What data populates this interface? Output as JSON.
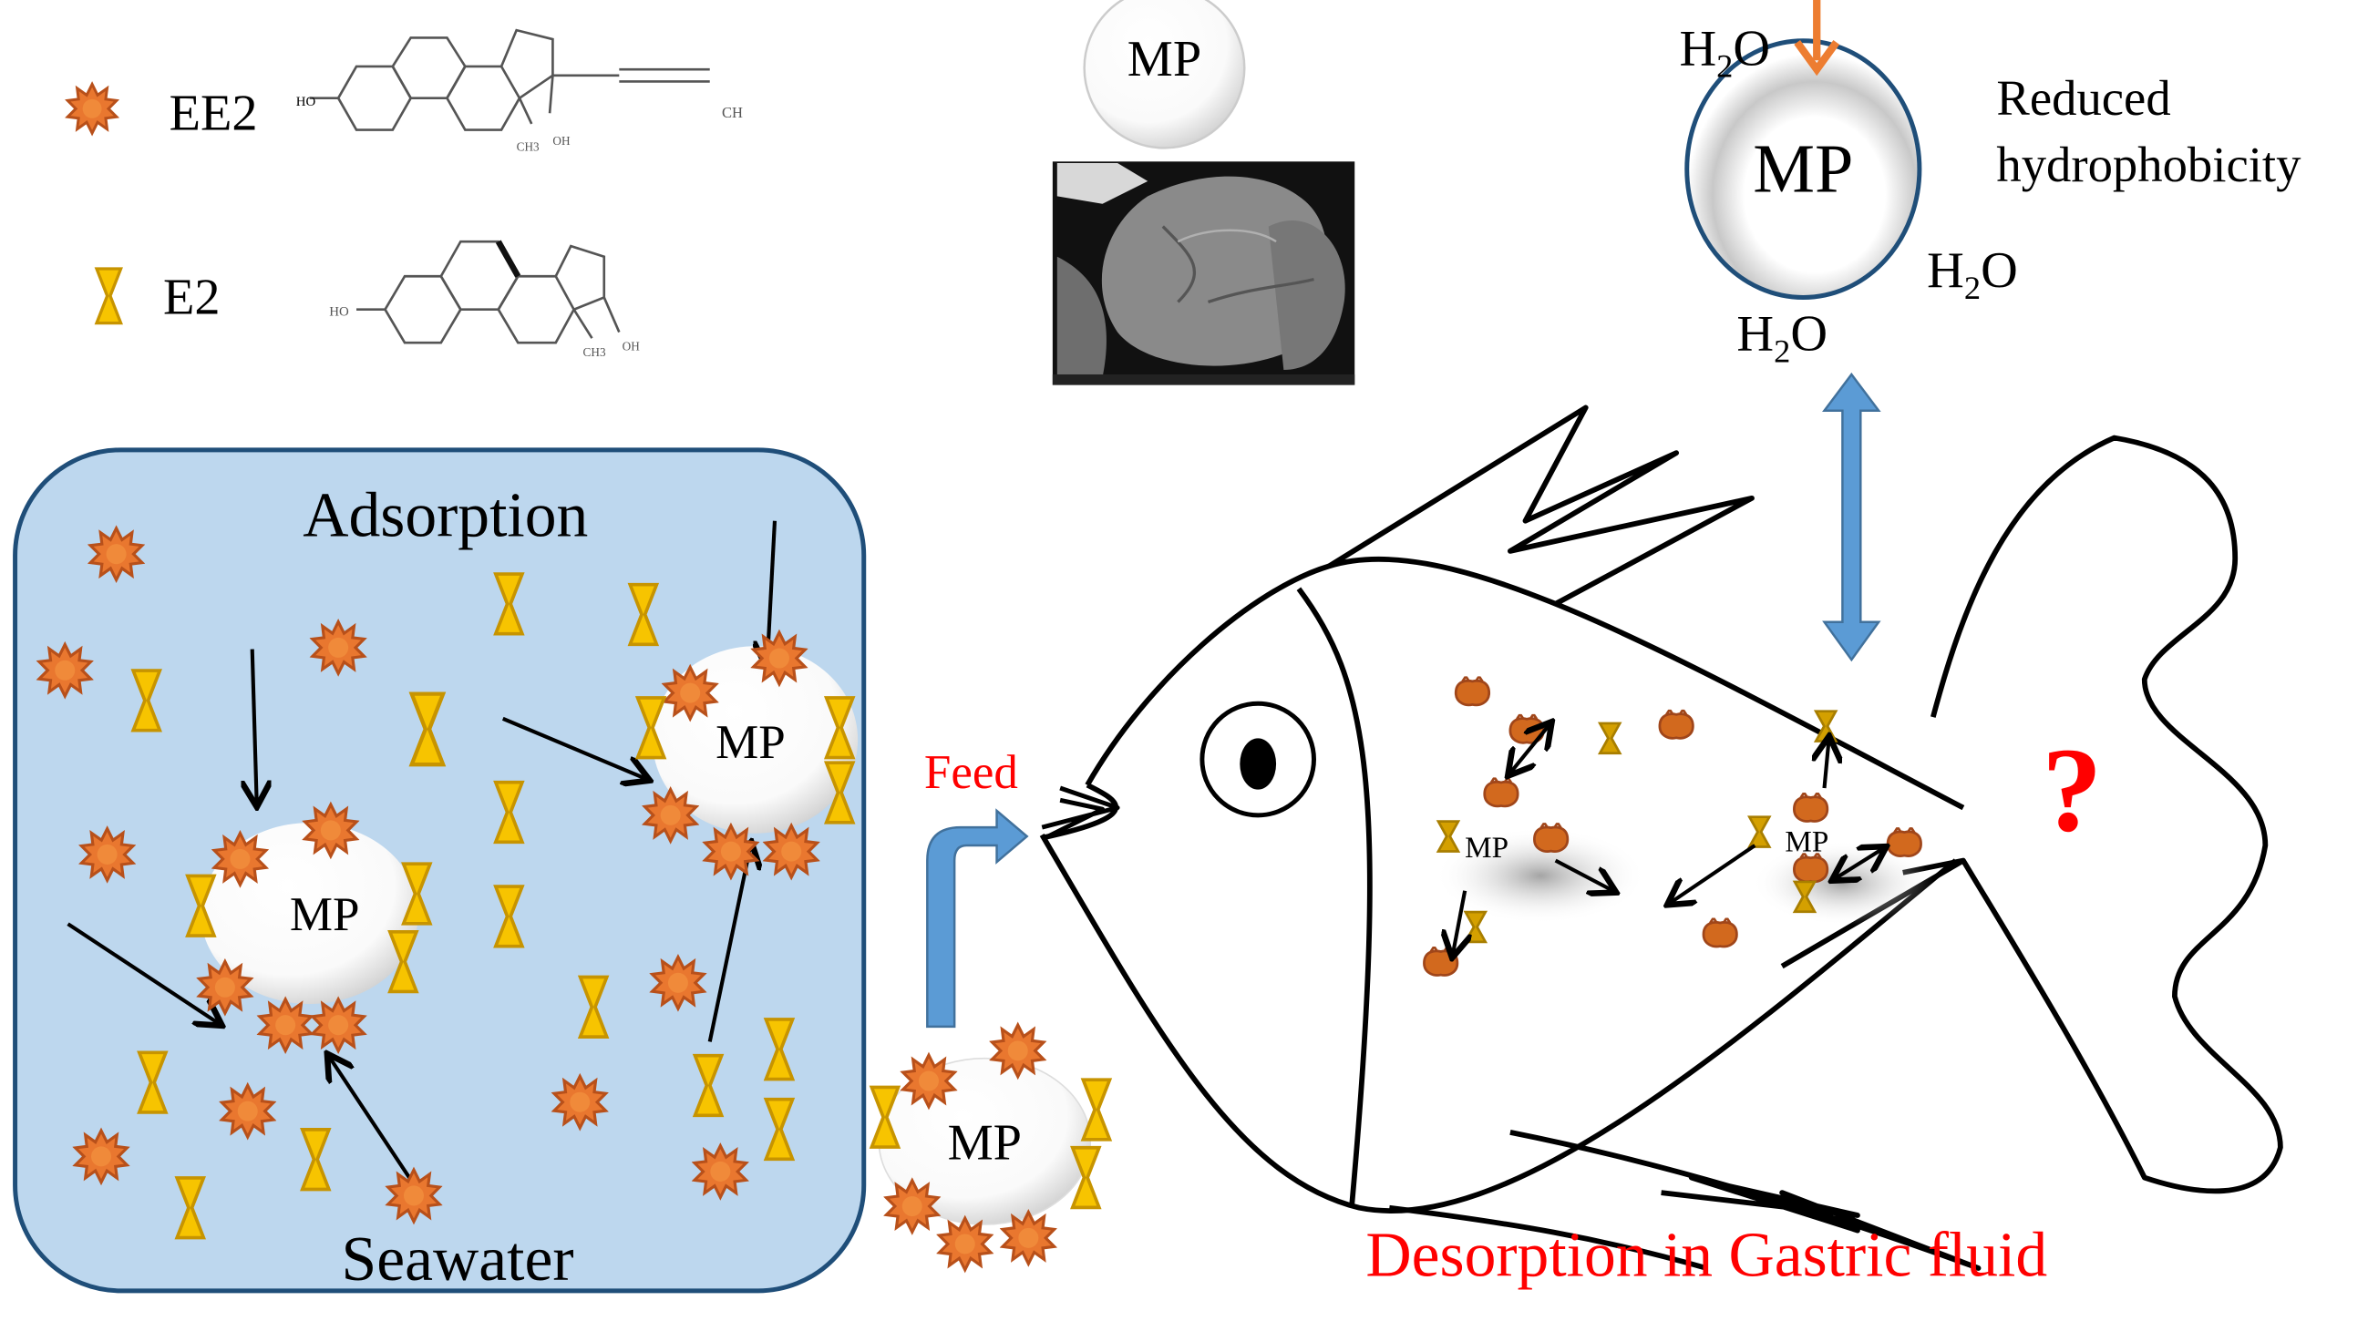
{
  "legend": {
    "ee2": {
      "symbol": "ee2-star-icon",
      "label": "EE2",
      "formula_labels": {
        "hydroxyl": "HO",
        "ethynyl": "CH",
        "methyl": "CH3",
        "oh": "OH"
      }
    },
    "e2": {
      "symbol": "e2-hourglass-icon",
      "label": "E2",
      "formula_labels": {
        "hydroxyl": "HO",
        "methyl": "CH3",
        "oh": "OH"
      }
    }
  },
  "microplastic": {
    "label": "MP",
    "sem_image": "sem-micrograph"
  },
  "hydrophobicity_panel": {
    "mp_label": "MP",
    "water_labels": [
      "H",
      "2",
      "O"
    ],
    "title_line1": "Reduced",
    "title_line2": "hydrophobicity"
  },
  "seawater_box": {
    "title": "Adsorption",
    "footer": "Seawater",
    "mp_labels": [
      "MP",
      "MP"
    ]
  },
  "feed": {
    "label": "Feed",
    "mp_label": "MP"
  },
  "fish": {
    "mp_labels": [
      "MP",
      "MP"
    ],
    "question_mark": "?",
    "caption": "Desorption in Gastric fluid"
  },
  "colors": {
    "ee2_fill": "#e9772f",
    "ee2_edge": "#b8501a",
    "e2_fill": "#f7c400",
    "e2_edge": "#c79400",
    "seawater_bg": "#bdd7ee",
    "seawater_border": "#1f4e79",
    "arrow_blue": "#5b9bd5",
    "arrow_orange": "#ed7d31",
    "accent_red": "#ff0000",
    "mp_ring": "#1f4e79"
  }
}
